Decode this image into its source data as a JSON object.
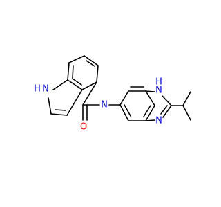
{
  "structure": {
    "atoms": [
      {
        "id": 0,
        "label": "H",
        "color": "#0000ff"
      },
      {
        "id": 1,
        "label": "N",
        "color": "#0000ff"
      },
      {
        "id": 2,
        "label": "O",
        "color": "#ff0000"
      },
      {
        "id": 3,
        "label": "N",
        "color": "#0000ff"
      },
      {
        "id": 4,
        "label": "H",
        "color": "#0000ff"
      },
      {
        "id": 5,
        "label": "N",
        "color": "#0000ff"
      },
      {
        "id": 6,
        "label": "N",
        "color": "#0000ff"
      }
    ]
  }
}
